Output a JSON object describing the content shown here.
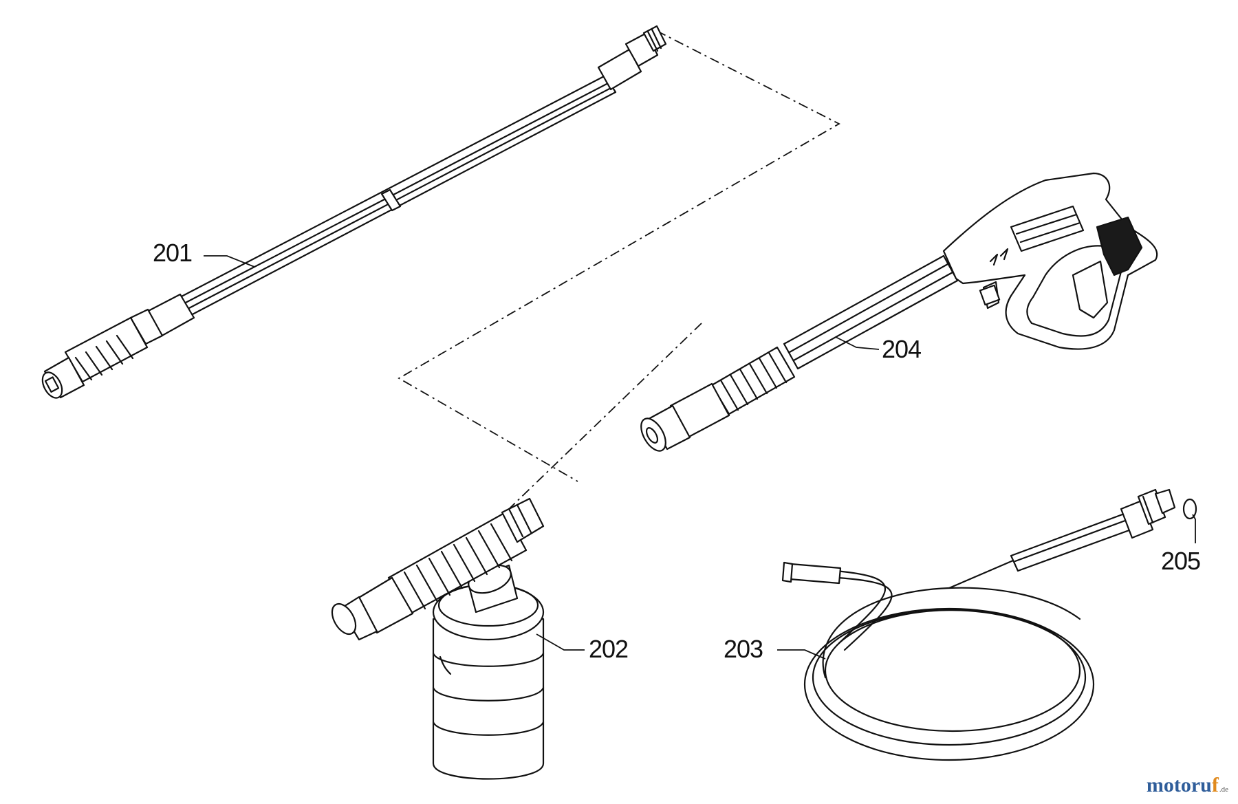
{
  "callouts": {
    "p201": "201",
    "p202": "202",
    "p203": "203",
    "p204": "204",
    "p205": "205"
  },
  "watermark": {
    "brand_a": "motoru",
    "brand_b": "f",
    "tld": ".de"
  },
  "colors": {
    "line": "#111111",
    "logo_blue": "#2f5d9a",
    "logo_orange": "#e08a1e"
  }
}
